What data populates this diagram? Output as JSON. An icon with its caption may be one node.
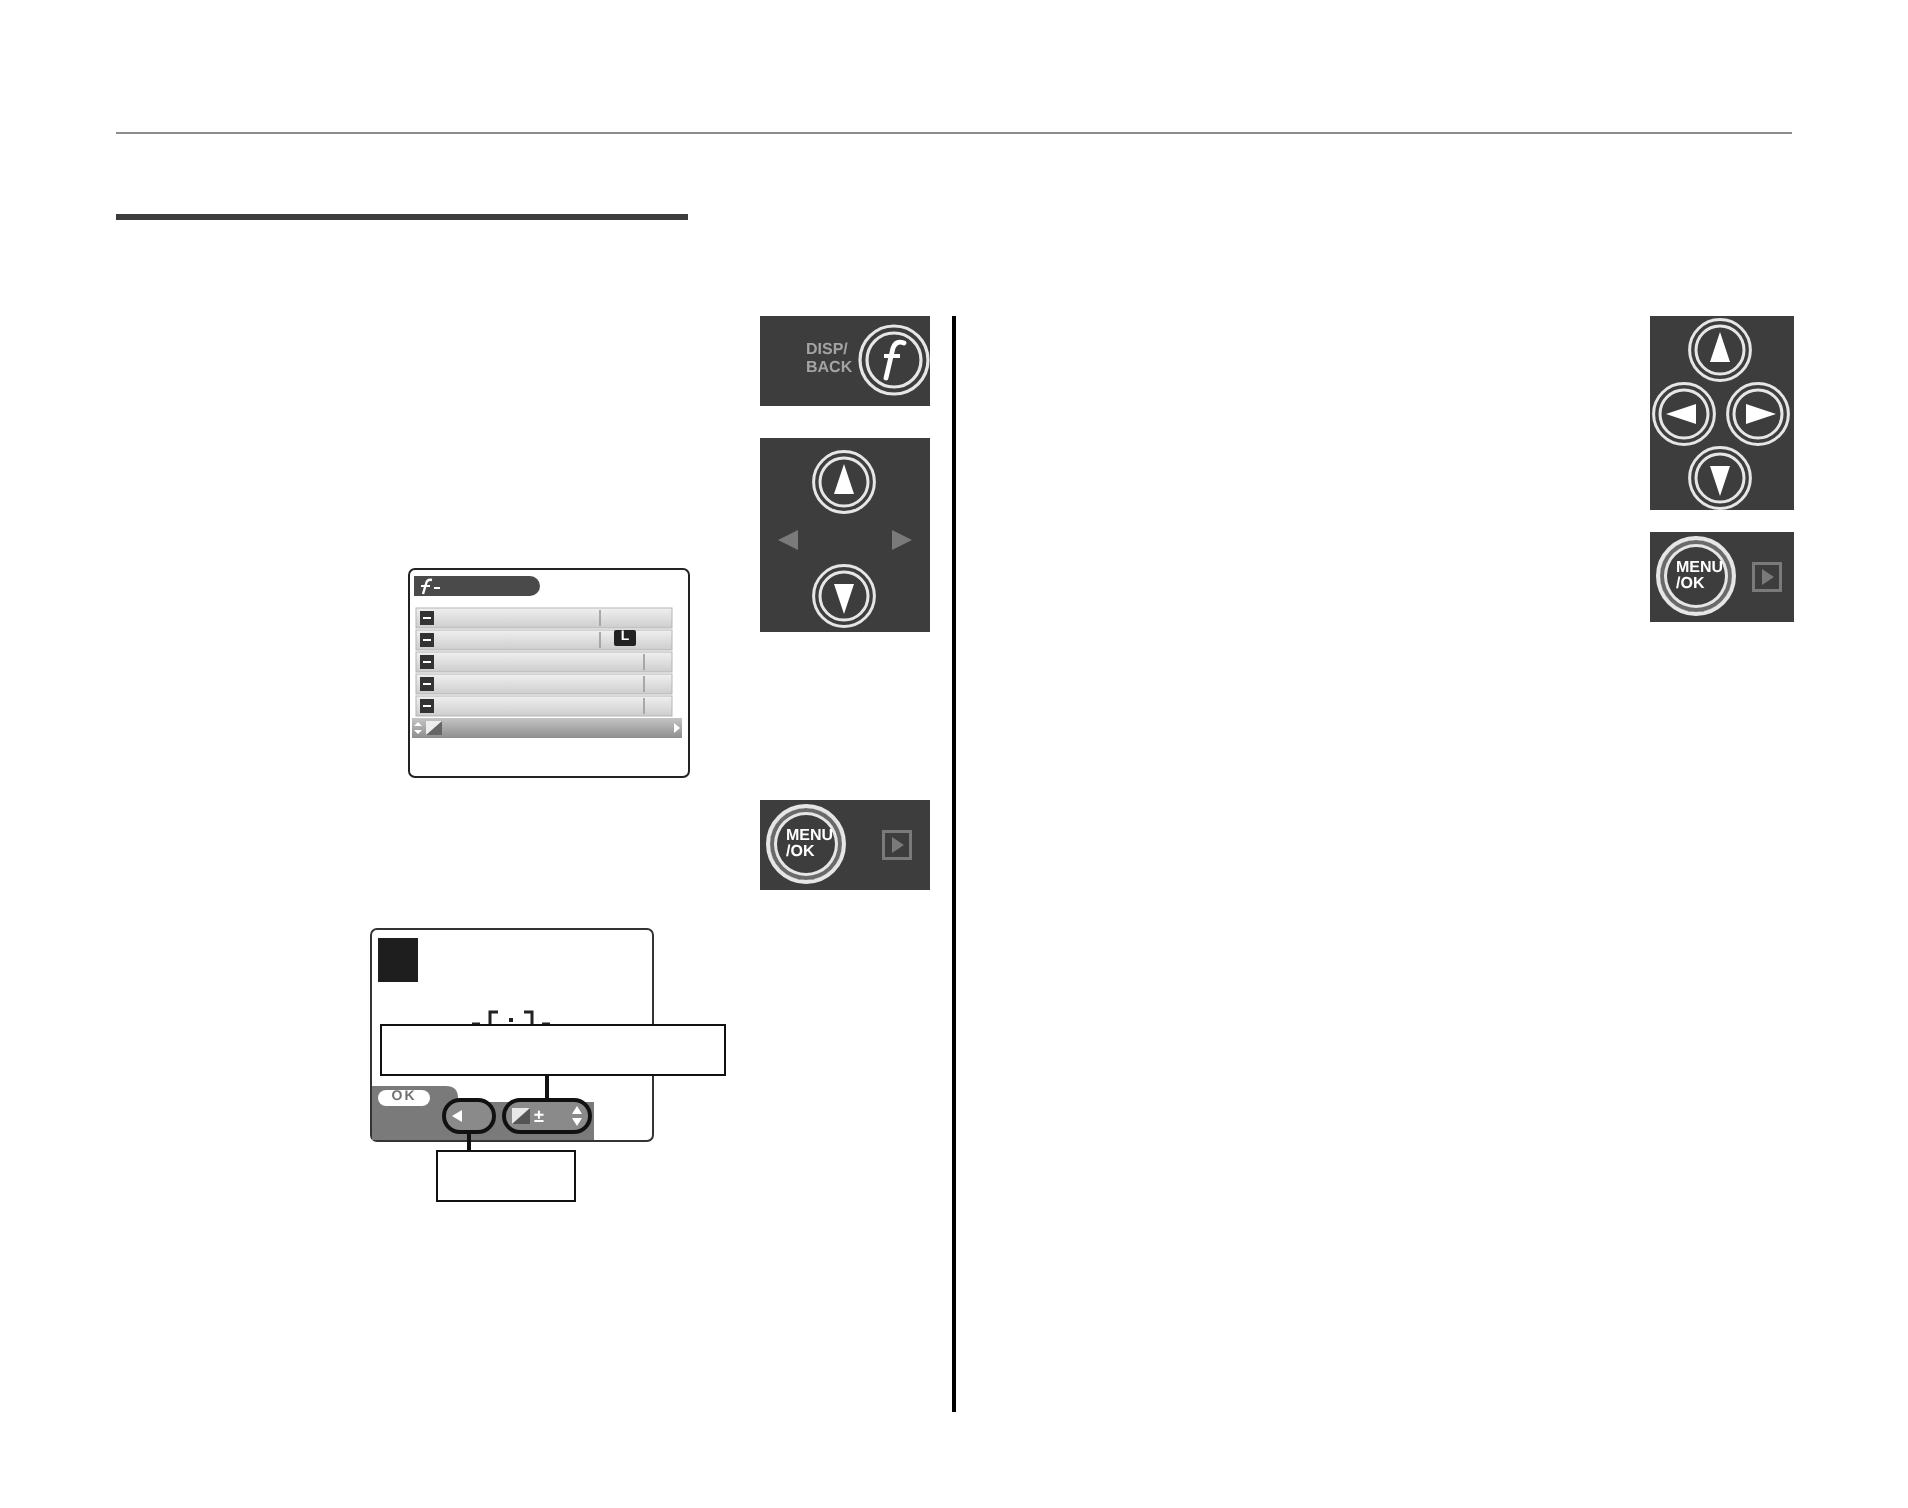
{
  "diagram": {
    "nodes": [
      {
        "text": [],
        "shape": "box"
      },
      {
        "text": [],
        "shape": "box"
      },
      {
        "text": [
          "±"
        ]
      },
      {
        "text": [],
        "shape": "box"
      }
    ],
    "edges": [
      {
        "from": 0,
        "to": 2,
        "arrow": "none"
      },
      {
        "from": 3,
        "to": 1,
        "arrow": "none"
      }
    ],
    "labels": [
      "DISP/ BACK",
      "L",
      "MENU /OK",
      "OK",
      "MENU /OK"
    ]
  }
}
